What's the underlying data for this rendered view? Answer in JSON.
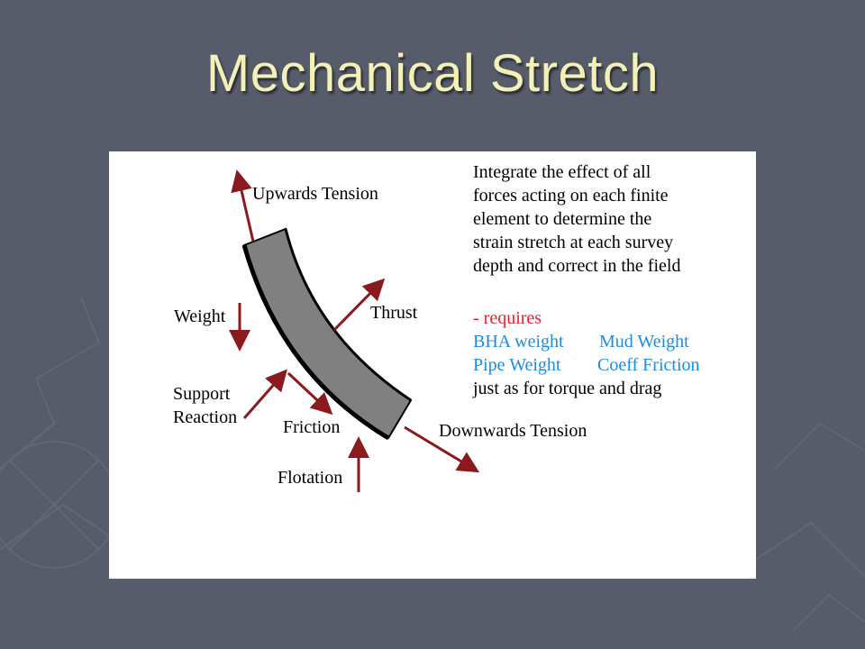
{
  "slide": {
    "title": "Mechanical Stretch"
  },
  "diagram": {
    "labels": {
      "upwards_tension": "Upwards Tension",
      "weight": "Weight",
      "thrust": "Thrust",
      "support_reaction_1": "Support",
      "support_reaction_2": "Reaction",
      "friction": "Friction",
      "downwards_tension": "Downwards Tension",
      "flotation": "Flotation"
    },
    "note": {
      "lines": [
        "Integrate the effect of all",
        "forces acting on each finite",
        "element to determine the",
        "strain stretch at each survey",
        "depth and correct in the field"
      ],
      "requires": "- requires",
      "bha_weight": "BHA weight",
      "mud_weight": "Mud Weight",
      "pipe_weight": "Pipe Weight",
      "coeff_friction": "Coeff Friction",
      "last_line": "just as for torque and drag"
    },
    "colors": {
      "arrow": "#8b1a1e",
      "pipe_fill": "#7f7f7f",
      "requires": "#e8202a",
      "parameters": "#1c8ce0"
    }
  }
}
